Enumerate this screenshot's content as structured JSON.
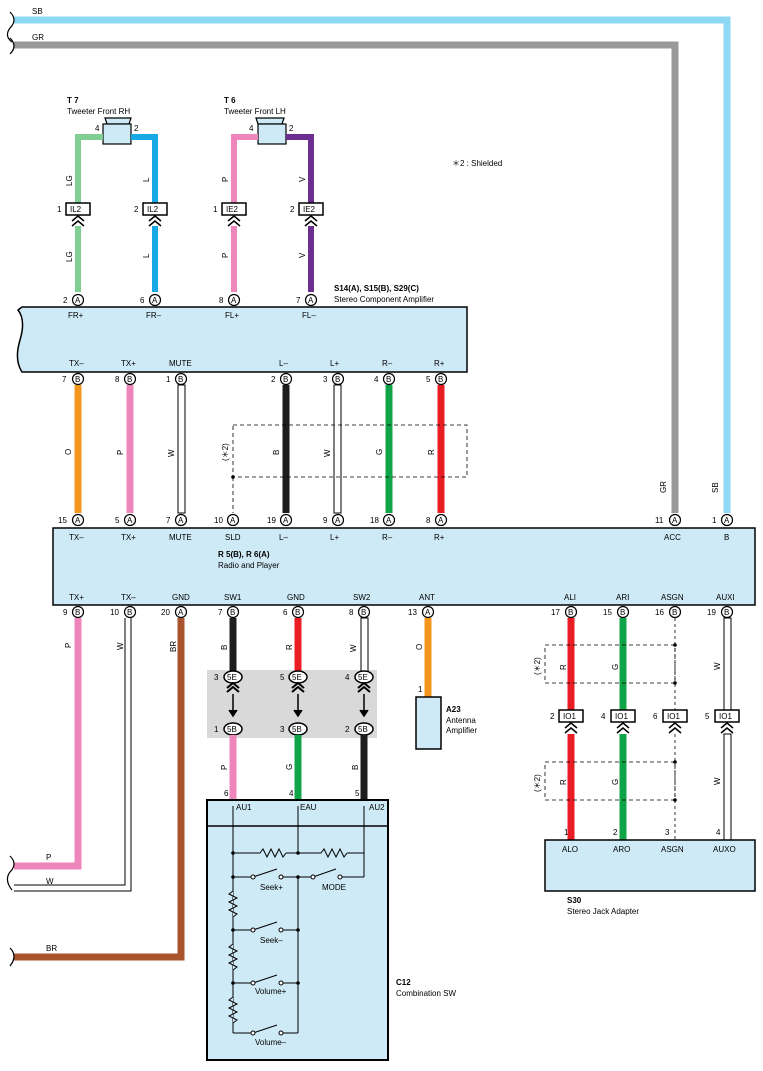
{
  "colors": {
    "SB": "#8dd8f5",
    "GR": "#999999",
    "LG": "#7fcf94",
    "L": "#17a8e6",
    "P": "#ef86bb",
    "V": "#6d2f8f",
    "O": "#f3961e",
    "W": "#ffffff",
    "B": "#1d1d1d",
    "G": "#10a449",
    "R": "#ea1d25",
    "BR": "#a8552f",
    "box": "#cfeaf7",
    "shade": "#d9d9d9"
  },
  "note": "＊2 : Shielded",
  "top_wires": {
    "sb": "SB",
    "gr": "GR"
  },
  "tweeters": {
    "rh": {
      "id": "T 7",
      "name": "Tweeter Front RH",
      "pin_l": "4",
      "pin_r": "2"
    },
    "lh": {
      "id": "T 6",
      "name": "Tweeter Front LH",
      "pin_l": "4",
      "pin_r": "2"
    }
  },
  "connectors_top": [
    {
      "pin": "1",
      "code": "IL2",
      "color_up": "LG",
      "color_dn": "LG"
    },
    {
      "pin": "2",
      "code": "IL2",
      "color_up": "L",
      "color_dn": "L"
    },
    {
      "pin": "1",
      "code": "IE2",
      "color_up": "P",
      "color_dn": "P"
    },
    {
      "pin": "2",
      "code": "IE2",
      "color_up": "V",
      "color_dn": "V"
    }
  ],
  "amplifier": {
    "ids": "S14(A), S15(B), S29(C)",
    "name": "Stereo Component Amplifier",
    "top_pins": [
      {
        "num": "2",
        "conn": "A",
        "label": "FR+"
      },
      {
        "num": "6",
        "conn": "A",
        "label": "FR–"
      },
      {
        "num": "8",
        "conn": "A",
        "label": "FL+"
      },
      {
        "num": "7",
        "conn": "A",
        "label": "FL–"
      }
    ],
    "bottom_pins": [
      {
        "num": "7",
        "conn": "B",
        "label": "TX–",
        "wire": "O"
      },
      {
        "num": "8",
        "conn": "B",
        "label": "TX+",
        "wire": "P"
      },
      {
        "num": "1",
        "conn": "B",
        "label": "MUTE",
        "wire": "W"
      },
      {
        "num": "2",
        "conn": "B",
        "label": "L–",
        "wire": "B"
      },
      {
        "num": "3",
        "conn": "B",
        "label": "L+",
        "wire": "W"
      },
      {
        "num": "4",
        "conn": "B",
        "label": "R–",
        "wire": "G"
      },
      {
        "num": "5",
        "conn": "B",
        "label": "R+",
        "wire": "R"
      }
    ]
  },
  "shield_marks": [
    "(＊2)",
    "(＊2)",
    "(＊2)"
  ],
  "radio": {
    "ids": "R 5(B), R 6(A)",
    "name": "Radio and Player",
    "top_pins": [
      {
        "num": "15",
        "conn": "A",
        "label": "TX–"
      },
      {
        "num": "5",
        "conn": "A",
        "label": "TX+"
      },
      {
        "num": "7",
        "conn": "A",
        "label": "MUTE"
      },
      {
        "num": "10",
        "conn": "A",
        "label": "SLD"
      },
      {
        "num": "19",
        "conn": "A",
        "label": "L–"
      },
      {
        "num": "9",
        "conn": "A",
        "label": "L+"
      },
      {
        "num": "18",
        "conn": "A",
        "label": "R–"
      },
      {
        "num": "8",
        "conn": "A",
        "label": "R+"
      },
      {
        "num": "11",
        "conn": "A",
        "label": "ACC",
        "wire": "GR"
      },
      {
        "num": "1",
        "conn": "A",
        "label": "B",
        "wire": "SB"
      }
    ],
    "bottom_pins": [
      {
        "num": "9",
        "conn": "B",
        "label": "TX+",
        "wire": "P"
      },
      {
        "num": "10",
        "conn": "B",
        "label": "TX–",
        "wire": "W"
      },
      {
        "num": "20",
        "conn": "A",
        "label": "GND",
        "wire": "BR"
      },
      {
        "num": "7",
        "conn": "B",
        "label": "SW1",
        "wire": "B"
      },
      {
        "num": "6",
        "conn": "B",
        "label": "GND",
        "wire": "R"
      },
      {
        "num": "8",
        "conn": "B",
        "label": "SW2",
        "wire": "W"
      },
      {
        "num": "13",
        "conn": "A",
        "label": "ANT",
        "wire": "O"
      },
      {
        "num": "17",
        "conn": "B",
        "label": "ALI",
        "wire": "R"
      },
      {
        "num": "15",
        "conn": "B",
        "label": "ARI",
        "wire": "G"
      },
      {
        "num": "16",
        "conn": "B",
        "label": "ASGN"
      },
      {
        "num": "19",
        "conn": "B",
        "label": "AUXI",
        "wire": "W"
      }
    ]
  },
  "junction_5e": [
    {
      "pin": "3",
      "code": "5E"
    },
    {
      "pin": "5",
      "code": "5E"
    },
    {
      "pin": "4",
      "code": "5E"
    }
  ],
  "junction_5b": [
    {
      "pin": "1",
      "code": "5B",
      "wire": "P"
    },
    {
      "pin": "3",
      "code": "5B",
      "wire": "G"
    },
    {
      "pin": "2",
      "code": "5B",
      "wire": "B"
    }
  ],
  "io1": [
    {
      "pin": "2",
      "code": "IO1"
    },
    {
      "pin": "4",
      "code": "IO1"
    },
    {
      "pin": "6",
      "code": "IO1"
    },
    {
      "pin": "5",
      "code": "IO1"
    }
  ],
  "antenna": {
    "id": "A23",
    "line1": "Antenna",
    "line2": "Amplifier",
    "pin": "1"
  },
  "combination_sw": {
    "id": "C12",
    "name": "Combination SW",
    "pins": [
      {
        "num": "6",
        "label": "AU1"
      },
      {
        "num": "4",
        "label": "EAU"
      },
      {
        "num": "5",
        "label": "AU2"
      }
    ],
    "switches": [
      "Seek+",
      "MODE",
      "Seek–",
      "Volume+",
      "Volume–"
    ]
  },
  "jack_adapter": {
    "id": "S30",
    "name": "Stereo Jack Adapter",
    "pins": [
      {
        "num": "1",
        "label": "ALO"
      },
      {
        "num": "2",
        "label": "ARO"
      },
      {
        "num": "3",
        "label": "ASGN"
      },
      {
        "num": "4",
        "label": "AUXO"
      }
    ],
    "wires_lower": [
      "R",
      "G",
      "W"
    ]
  },
  "left_wires": [
    "P",
    "W",
    "BR"
  ]
}
